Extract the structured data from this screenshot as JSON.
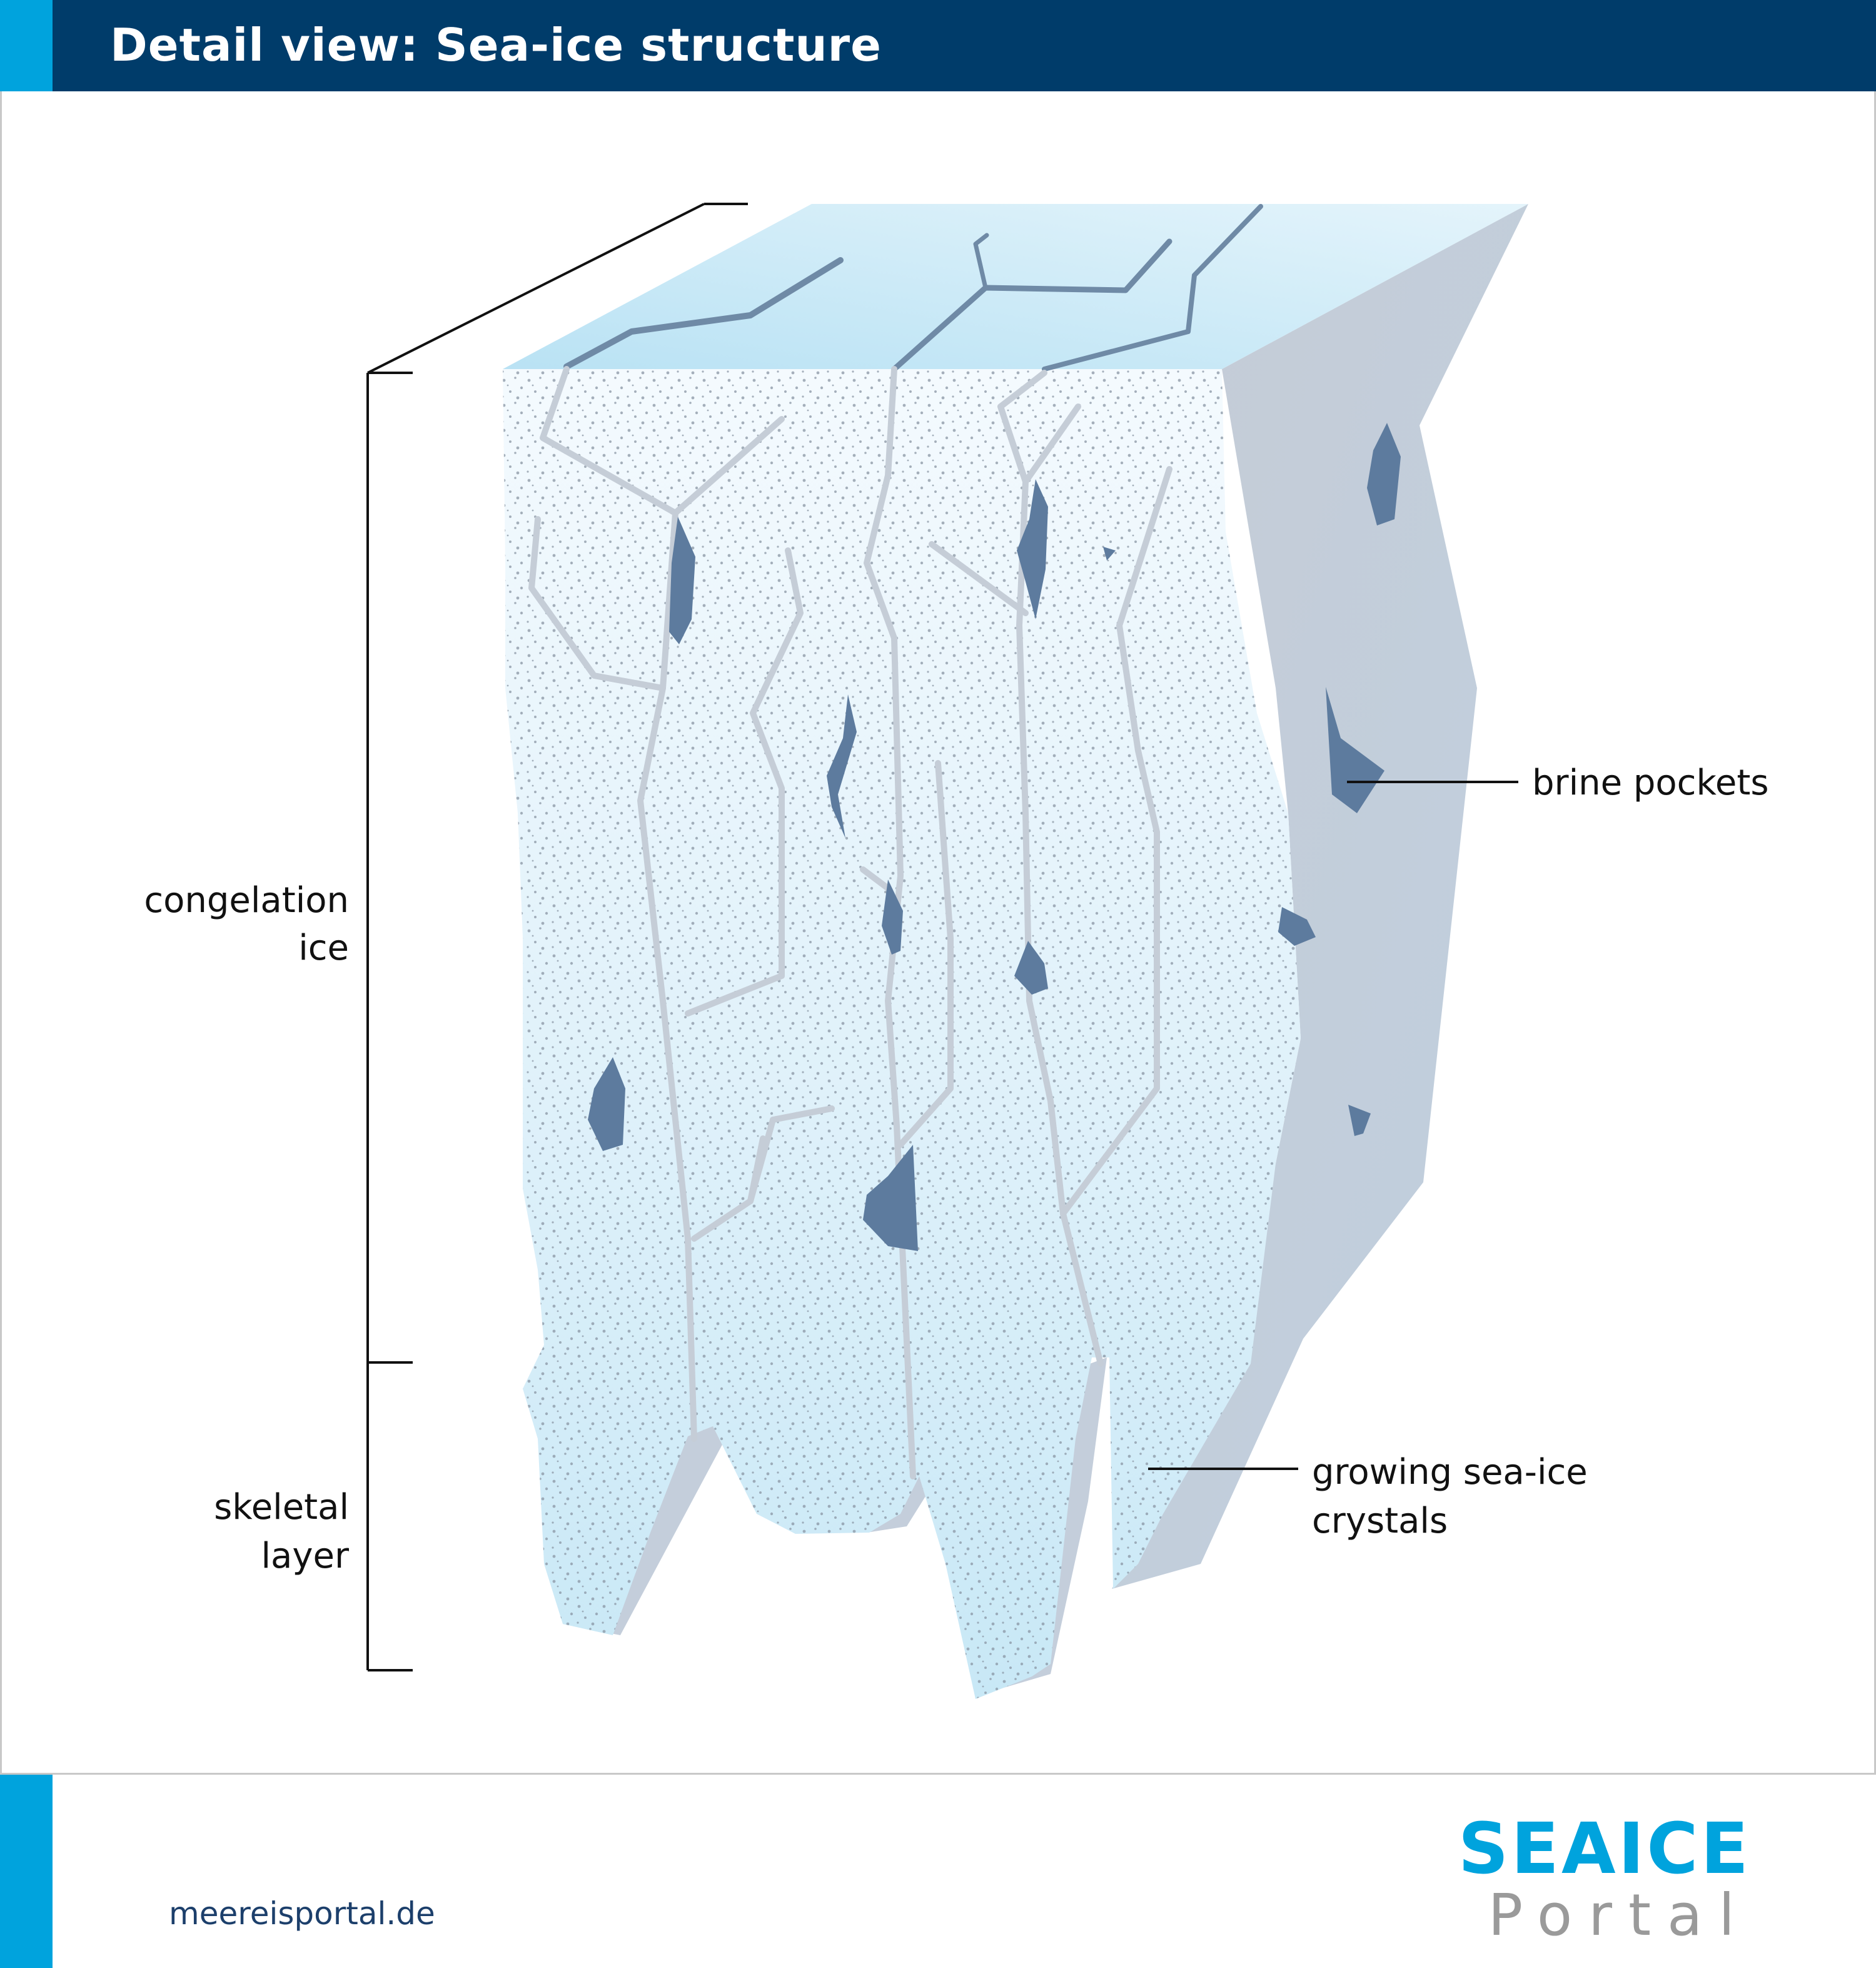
{
  "header": {
    "title": "Detail view: Sea-ice structure"
  },
  "labels": {
    "congelation_line1": "congelation",
    "congelation_line2": "ice",
    "skeletal_line1": "skeletal",
    "skeletal_line2": "layer",
    "brine": "brine pockets",
    "growing_line1": "growing sea-ice",
    "growing_line2": "crystals"
  },
  "footer": {
    "url": "meereisportal.de",
    "logo_top": "SEAICE",
    "logo_bottom": "Portal"
  },
  "colors": {
    "header_bg": "#003c6a",
    "accent": "#00a3dd",
    "ice_top": "#c8e8f6",
    "ice_front": "#eaf6fc",
    "ice_side": "#c2cfdc",
    "brine_pocket": "#5d7b9e",
    "crack_line": "#c8cfd8"
  }
}
